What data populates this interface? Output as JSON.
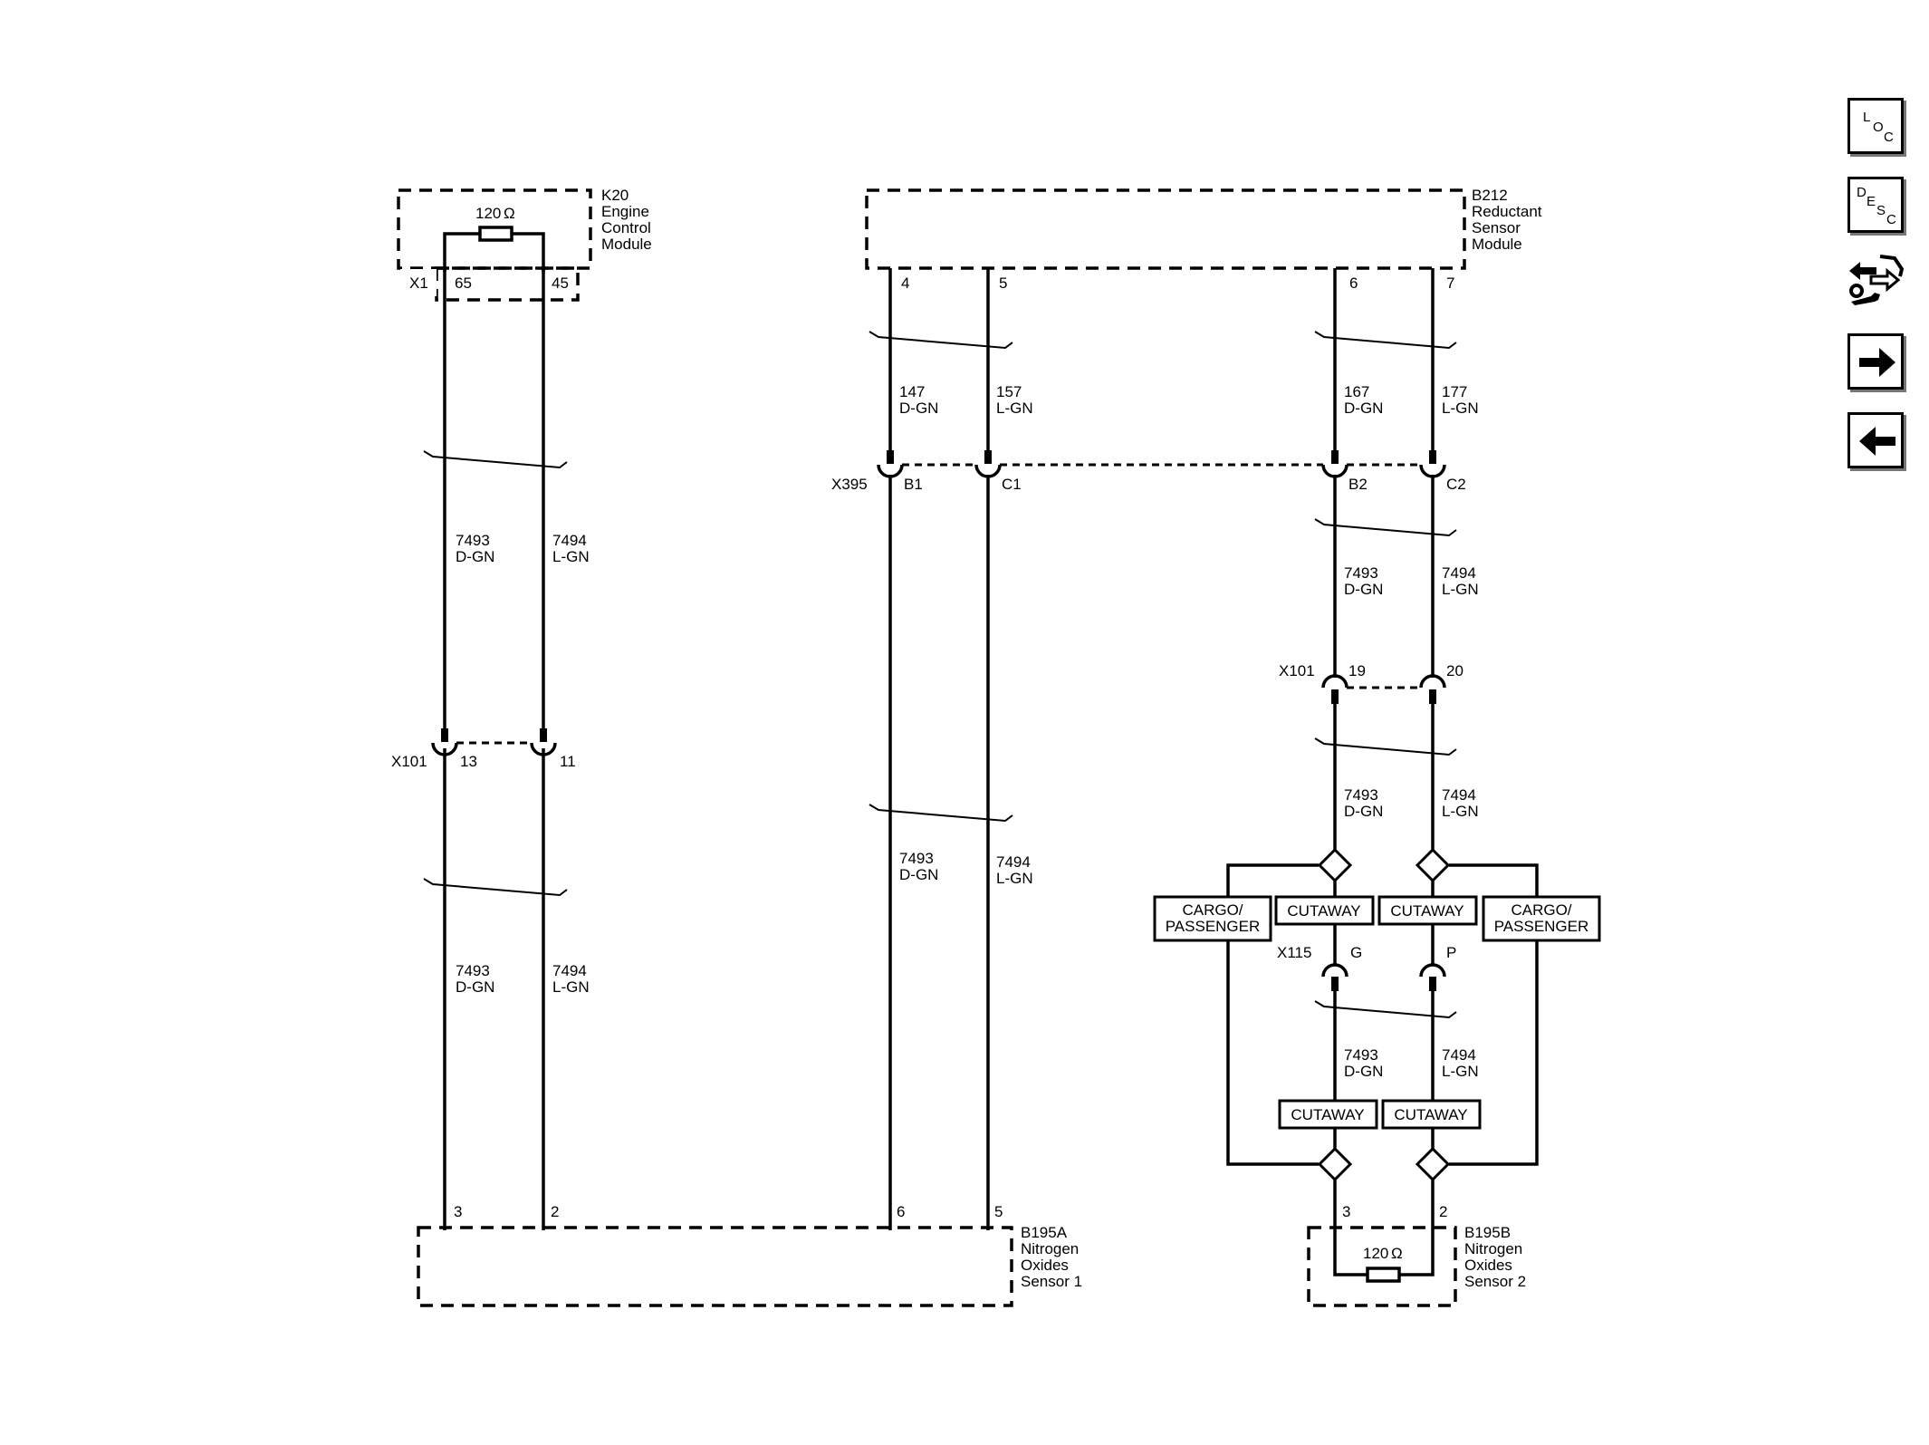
{
  "components": {
    "k20": {
      "lines": [
        "K20",
        "Engine",
        "Control",
        "Module"
      ],
      "connector": "X1",
      "pins": [
        "65",
        "45"
      ],
      "resistor": "120"
    },
    "b212": {
      "lines": [
        "B212",
        "Reductant",
        "Sensor",
        "Module"
      ],
      "pins": [
        "4",
        "5",
        "6",
        "7"
      ]
    },
    "b195a": {
      "lines": [
        "B195A",
        "Nitrogen",
        "Oxides",
        "Sensor 1"
      ],
      "pins": [
        "3",
        "2",
        "6",
        "5"
      ]
    },
    "b195b": {
      "lines": [
        "B195B",
        "Nitrogen",
        "Oxides",
        "Sensor 2"
      ],
      "pins": [
        "3",
        "2"
      ],
      "resistor": "120"
    }
  },
  "connectors": {
    "x101_left": {
      "name": "X101",
      "pins": [
        "13",
        "11"
      ]
    },
    "x395": {
      "name": "X395",
      "pins": [
        "B1",
        "C1",
        "B2",
        "C2"
      ]
    },
    "x101_right": {
      "name": "X101",
      "pins": [
        "19",
        "20"
      ]
    },
    "x115": {
      "name": "X115",
      "pins": [
        "G",
        "P"
      ]
    }
  },
  "wires": {
    "ecm_upper": [
      {
        "circuit": "7493",
        "color": "D-GN"
      },
      {
        "circuit": "7494",
        "color": "L-GN"
      }
    ],
    "ecm_lower": [
      {
        "circuit": "7493",
        "color": "D-GN"
      },
      {
        "circuit": "7494",
        "color": "L-GN"
      }
    ],
    "b212_upper_left": [
      {
        "circuit": "147",
        "color": "D-GN"
      },
      {
        "circuit": "157",
        "color": "L-GN"
      }
    ],
    "b212_upper_right": [
      {
        "circuit": "167",
        "color": "D-GN"
      },
      {
        "circuit": "177",
        "color": "L-GN"
      }
    ],
    "mid_lower": [
      {
        "circuit": "7493",
        "color": "D-GN"
      },
      {
        "circuit": "7494",
        "color": "L-GN"
      }
    ],
    "right_b": [
      {
        "circuit": "7493",
        "color": "D-GN"
      },
      {
        "circuit": "7494",
        "color": "L-GN"
      }
    ],
    "right_c": [
      {
        "circuit": "7493",
        "color": "D-GN"
      },
      {
        "circuit": "7494",
        "color": "L-GN"
      }
    ],
    "right_d": [
      {
        "circuit": "7493",
        "color": "D-GN"
      },
      {
        "circuit": "7494",
        "color": "L-GN"
      }
    ]
  },
  "options": {
    "cargo_passenger": [
      "CARGO/",
      "PASSENGER"
    ],
    "cutaway": "CUTAWAY"
  },
  "nav": {
    "loc": [
      "L",
      "O",
      "C"
    ],
    "desc": [
      "D",
      "E",
      "S",
      "C"
    ]
  }
}
